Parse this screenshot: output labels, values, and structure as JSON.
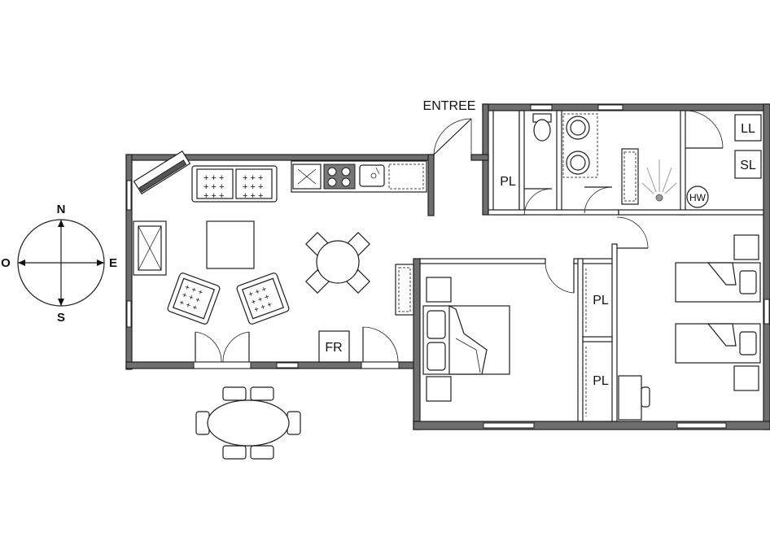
{
  "plan": {
    "entrance_label": "ENTREE",
    "compass": {
      "north": "N",
      "west": "O",
      "east": "E",
      "south": "S"
    },
    "labels": {
      "closet_entry": "PL",
      "closet_bedroom_upper": "PL",
      "closet_bedroom_lower": "PL",
      "fridge": "FR",
      "washing_machine": "LL",
      "dryer": "SL",
      "water_heater": "HW"
    }
  },
  "colors": {
    "wall": "#6e6e6e",
    "outline": "#1e1e1e",
    "background": "#ffffff"
  }
}
